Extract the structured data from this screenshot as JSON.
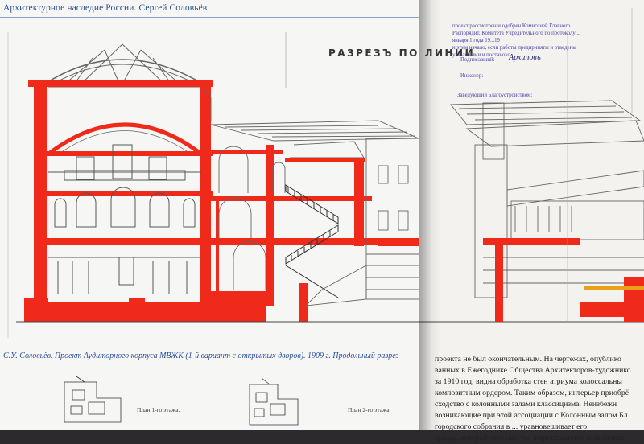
{
  "left_page": {
    "running_head": "Архитектурное наследие России. Сергей Соловьёв",
    "caption": "С.У. Соловьёв. Проект Аудиторного корпуса МВЖК (1-й вариант с открытых дворов). 1909 г. Продольный разрез",
    "plans": [
      {
        "label": "План 1-го этажа."
      },
      {
        "label": "План 2-го этажа."
      }
    ]
  },
  "drawing": {
    "title": "РАЗРЕЗЪ ПО ЛИНИИ",
    "accent_color": "#ef2a1a",
    "line_color": "#555555"
  },
  "stamp": {
    "lines": [
      "проект рассмотрен и одобрен Комиссией Главного",
      "Распорядит. Комитета Учредительного по протоколу ...",
      "января 1 года 19...19",
      "и этим начало, если работы предприняты и отведены",
      "указанными и постановл."
    ],
    "labels": [
      "Подписавший:",
      "Инженер:",
      "Заведующий Благоустройством:"
    ],
    "signature": "Архиповъ"
  },
  "right_page": {
    "body_lines": [
      "проекта не был окончательным. На чертежах, опублико",
      "ванных в Ежегоднике Общества Архитекторов-художнико",
      "за 1910 год, видна обработка стен атриума колоссальны",
      "композитным ордером. Таким образом, интерьер приобрё",
      "сходство с колонными залами классицизма. Неизбежн",
      "возникающие при этой ассоциации с Колонным залом Бл",
      "городского собрания в ... уравновешивает его",
      "аркада, которой открывается в пространство зала галере"
    ]
  }
}
